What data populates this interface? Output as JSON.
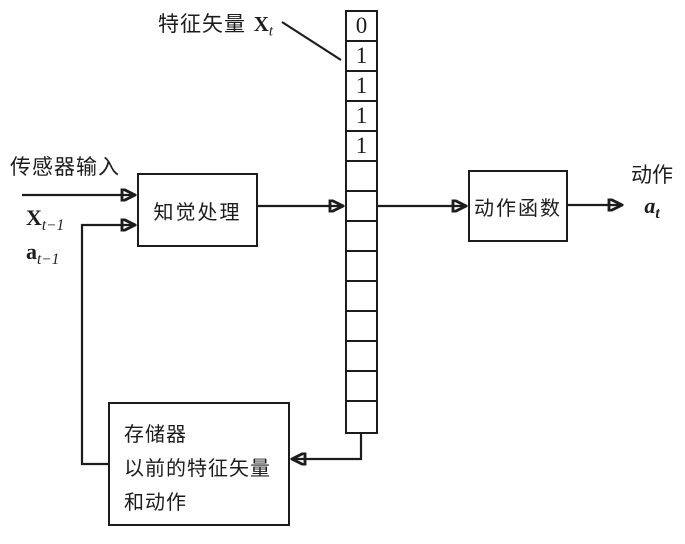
{
  "colors": {
    "ink": "#1c1c1c",
    "background": "#ffffff"
  },
  "labels": {
    "feature_vector": {
      "text": "特征矢量",
      "var": "X",
      "sub": "t"
    },
    "sensor_input": "传感器输入",
    "x_prev": {
      "var": "X",
      "sub": "t−1"
    },
    "a_prev": {
      "var": "a",
      "sub": "t−1"
    },
    "action": {
      "text": "动作",
      "var": "a",
      "sub": "t"
    }
  },
  "boxes": {
    "perception": {
      "label": "知觉处理"
    },
    "action_function": {
      "label": "动作函数"
    },
    "memory": {
      "lines": [
        "存储器",
        "以前的特征矢量",
        "和动作"
      ]
    }
  },
  "vector": {
    "cells": [
      "0",
      "1",
      "1",
      "1",
      "1",
      "",
      "",
      "",
      "",
      "",
      "",
      "",
      "",
      ""
    ]
  }
}
